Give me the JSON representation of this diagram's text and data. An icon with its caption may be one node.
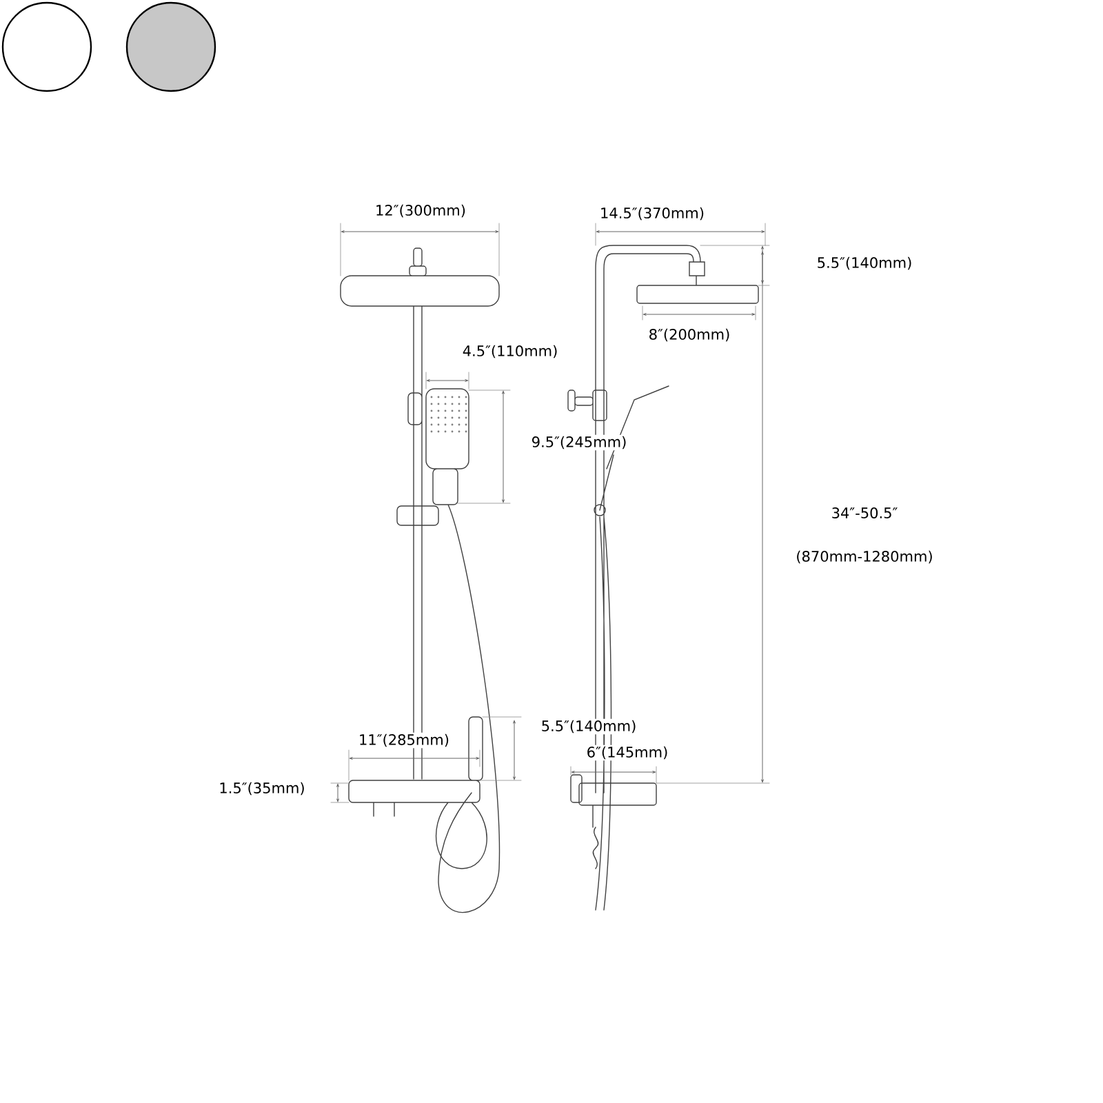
{
  "diagram": {
    "labels": [
      "12″(300mm)",
      "14.5″(370mm)",
      "5.5″(140mm)",
      "8″(200mm)",
      "4.5″(110mm)",
      "9.5″(245mm)",
      "34″-50.5″",
      "(870mm-1280mm)",
      "5.5″(140mm)",
      "11″(285mm)",
      "6″(145mm)",
      "1.5″(35mm)"
    ]
  }
}
